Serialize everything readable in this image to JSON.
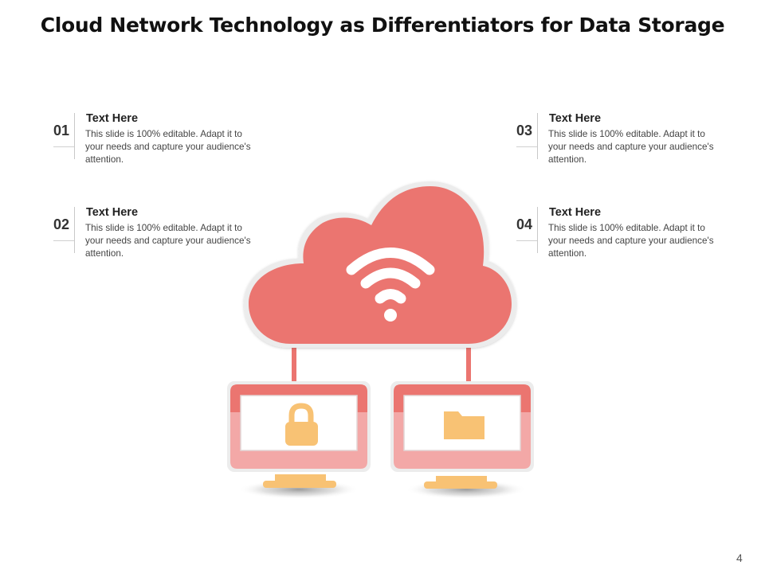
{
  "title": "Cloud Network Technology as Differentiators for Data Storage",
  "points": [
    {
      "number": "01",
      "heading": "Text Here",
      "body": "This slide is 100% editable. Adapt it to your needs and capture your audience's attention."
    },
    {
      "number": "02",
      "heading": "Text Here",
      "body": "This slide is 100% editable. Adapt it to your needs and capture your audience's attention."
    },
    {
      "number": "03",
      "heading": "Text Here",
      "body": "This slide is 100% editable. Adapt it to your needs and capture your audience's attention."
    },
    {
      "number": "04",
      "heading": "Text Here",
      "body": "This slide is 100% editable. Adapt it to your needs and capture your audience's attention."
    }
  ],
  "illustration": {
    "cloud_icon": "cloud-icon",
    "wifi_icon": "wifi-icon",
    "left_monitor_icon": "lock-icon",
    "right_monitor_icon": "folder-icon"
  },
  "colors": {
    "cloud": "#eb7570",
    "monitor_top": "#eb7570",
    "monitor_bottom": "#f3a8a7",
    "accent": "#f8c274"
  },
  "page_number": "4"
}
